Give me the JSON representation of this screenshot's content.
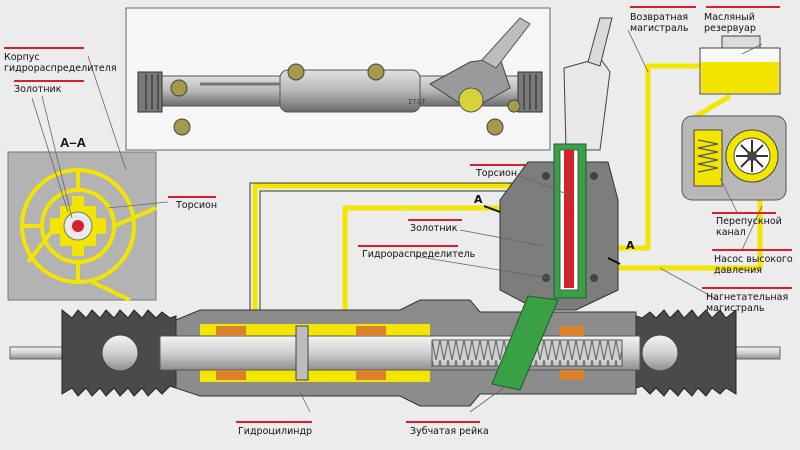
{
  "section_label": "А–А",
  "labels": {
    "korpus": "Корпус гидрораспределителя",
    "zolotnik_left": "Золотник",
    "torsion_left": "Торсион",
    "vozvrat": "Возвратная магистраль",
    "reservoir": "Масляный резервуар",
    "torsion_center": "Торсион",
    "zolotnik_center": "Золотник",
    "gidroraspred": "Гидрораспределитель",
    "pereposk": "Перепускной канал",
    "nasos": "Насос высокого давления",
    "nagnet": "Нагнетательная магистраль",
    "gidrocil": "Гидроцилиндр",
    "reika": "Зубчатая рейка",
    "a_mark_1": "A",
    "a_mark_2": "A"
  },
  "colors": {
    "oil": "#f2e600",
    "metal": "#c9c9c9",
    "body": "#8c8c8c",
    "valve": "#3aa046",
    "seal": "#d9822b",
    "leader": "#d2232a",
    "background": "#ececec"
  }
}
